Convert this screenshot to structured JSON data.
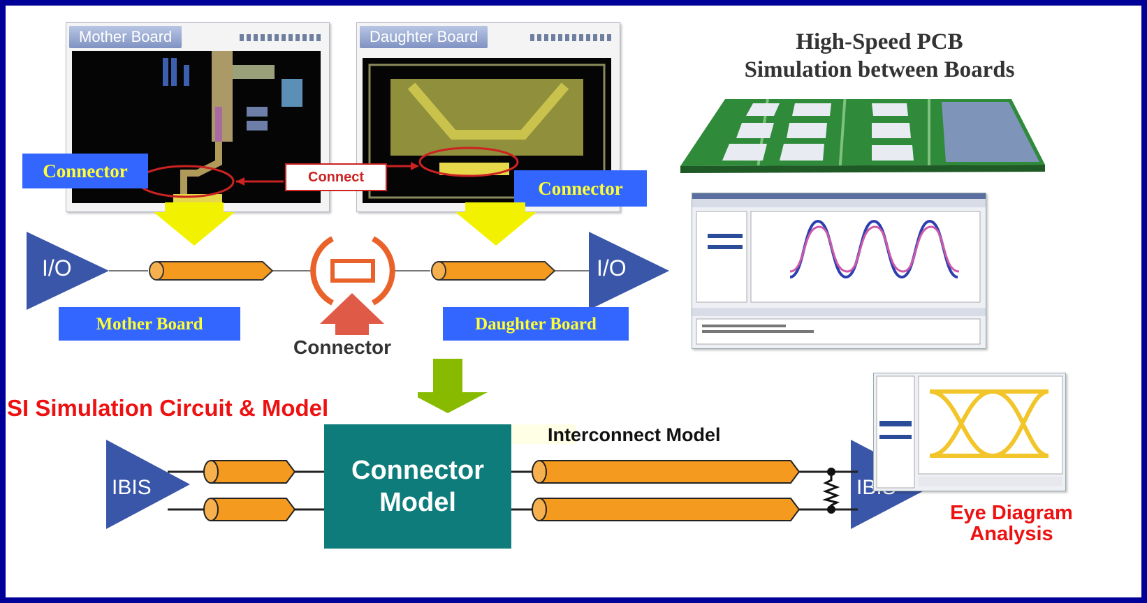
{
  "mother_board_window": {
    "title": "Mother Board"
  },
  "daughter_board_window": {
    "title": "Daughter Board"
  },
  "labels": {
    "connector_left": "Connector",
    "connector_right": "Connector",
    "connect_button": "Connect",
    "mother_board": "Mother Board",
    "daughter_board": "Daughter Board",
    "connector_bottom": "Connector",
    "io_left": "I/O",
    "io_right": "I/O"
  },
  "heading": {
    "line1": "High-Speed PCB",
    "line2": "Simulation between Boards"
  },
  "si_section": {
    "title": "SI Simulation Circuit & Model",
    "interconnect_label": "Interconnect Model",
    "connector_model_line1": "Connector",
    "connector_model_line2": "Model",
    "ibis_left": "IBIS",
    "ibis_right": "IBIS",
    "eye_line1": "Eye Diagram",
    "eye_line2": "Analysis"
  },
  "colors": {
    "frame": "#000099",
    "label_bg": "#3366ff",
    "label_text": "#ffff33",
    "si_title": "#ee1111",
    "connector_model": "#0e7c7b",
    "cable": "#f39a1f",
    "triangle": "#3a56a8",
    "arrow_yellow": "#f2f200",
    "arrow_green": "#88bb00",
    "arrow_red": "#e05a48"
  }
}
